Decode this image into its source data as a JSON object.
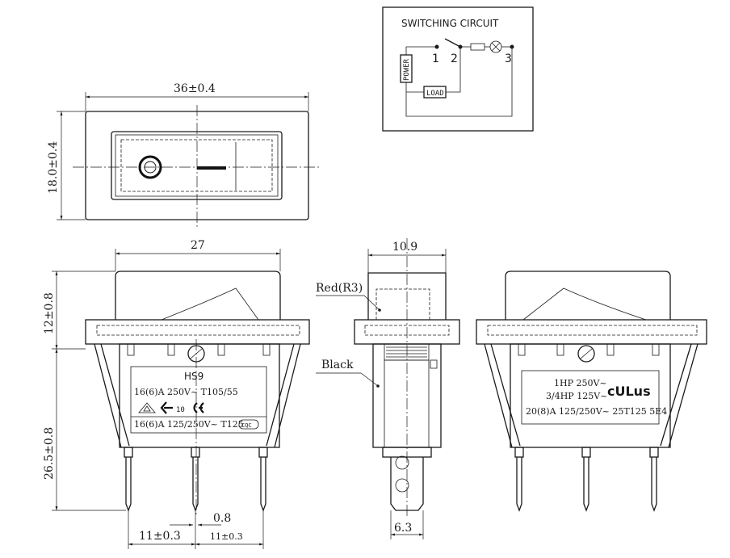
{
  "switching_circuit": {
    "title": "SWITCHING CIRCUIT",
    "terminal_1": "1",
    "terminal_2": "2",
    "terminal_3": "3",
    "power_label": "POWER",
    "load_label": "LOAD"
  },
  "dimensions": {
    "front_width": "36±0.4",
    "front_height": "18.0±0.4",
    "side_width": "27",
    "cap_height": "12±0.8",
    "body_height": "26.5±0.8",
    "pitch_left": "11±0.3",
    "pitch_right": "11±0.3",
    "pin_thickness": "0.8",
    "profile_width": "10.9",
    "terminal_width": "6.3"
  },
  "labels": {
    "red": "Red(R3)",
    "black": "Black"
  },
  "left_body": {
    "model": "HS9",
    "rating_1": "16(6)A 250V~ T105/55",
    "rating_2": "16(6)A 125/250V~ T125",
    "cert_10": "10",
    "cqc": "CQC"
  },
  "right_body": {
    "rating_1": "1HP 250V~",
    "rating_2": "3/4HP 125V~",
    "rating_3": "20(8)A 125/250V~ 25T125 5E4",
    "ul_mark": "cULus"
  }
}
